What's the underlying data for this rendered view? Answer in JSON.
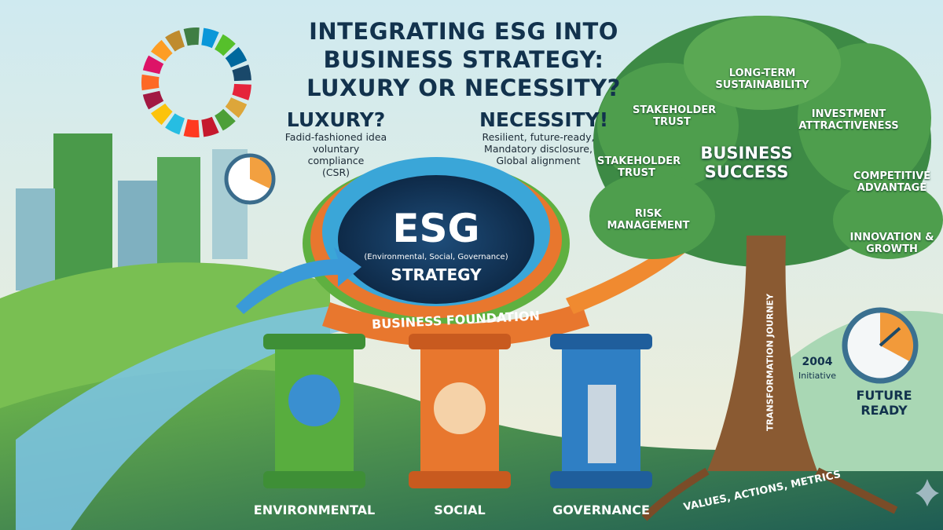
{
  "title": {
    "line1": "INTEGRATING ESG INTO",
    "line2": "BUSINESS STRATEGY:",
    "line3": "LUXURY OR NECESSITY?"
  },
  "luxury": {
    "heading": "LUXURY?",
    "line1": "Fadid-fashioned idea",
    "line2": "voluntary compliance",
    "line3": "(CSR)"
  },
  "necessity": {
    "heading": "NECESSITY!",
    "line1": "Resilient, future-ready,",
    "line2": "Mandatory disclosure,",
    "line3": "Global alignment"
  },
  "center": {
    "esg": "ESG",
    "subtitle": "(Environmental, Social, Governance)",
    "strategy": "STRATEGY",
    "foundation": "BUSINESS FOUNDATION"
  },
  "pillars": [
    "ENVIRONMENTAL",
    "SOCIAL",
    "GOVERNANCE"
  ],
  "tree": {
    "center": "BUSINESS SUCCESS",
    "leaves": [
      "LONG-TERM SUSTAINABILITY",
      "STAKEHOLDER TRUST",
      "INVESTMENT ATTRACTIVENESS",
      "STAKEHOLDER TRUST",
      "COMPETITIVE ADVANTAGE",
      "RISK MANAGEMENT",
      "INNOVATION & GROWTH"
    ],
    "trunk": "TRANSFORMATION JOURNEY",
    "roots": "VALUES, ACTIONS, METRICS"
  },
  "timeline": {
    "year": "2004",
    "label": "Initiative",
    "future": "FUTURE READY"
  },
  "colors": {
    "navy": "#12324d",
    "green": "#3f9a3c",
    "orange": "#e8772e",
    "blue": "#2f7fc4",
    "teal": "#1d5a5a"
  }
}
